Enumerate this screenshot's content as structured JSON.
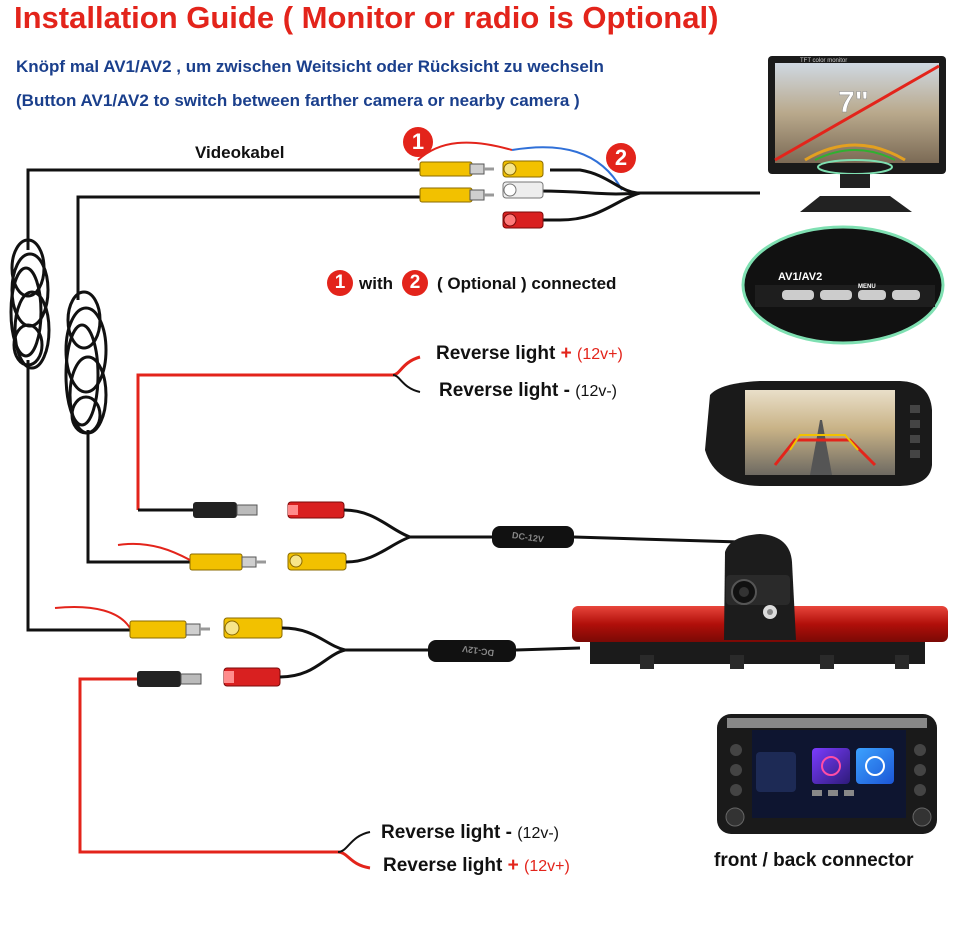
{
  "title": "Installation Guide ( Monitor or radio is Optional)",
  "subtitle_de": "Knöpf mal AV1/AV2 , um zwischen Weitsicht oder Rücksicht zu wechseln",
  "subtitle_en": "(Button AV1/AV2 to switch between farther camera or nearby camera )",
  "videokabel_label": "Videokabel",
  "badge_1": "1",
  "badge_2": "2",
  "optional_note": {
    "with": "with",
    "suffix": "( Optional ) connected"
  },
  "top_reverse": [
    {
      "label": "Reverse light",
      "sign": "+",
      "volt": "(12v+)"
    },
    {
      "label": "Reverse light",
      "sign": "-",
      "volt": "(12v-)"
    }
  ],
  "bottom_reverse": [
    {
      "label": "Reverse light",
      "sign": "-",
      "volt": "(12v-)"
    },
    {
      "label": "Reverse light",
      "sign": "+",
      "volt": "(12v+)"
    }
  ],
  "module_label_1": "DC-12V",
  "module_label_2": "DC-12V",
  "monitor_screen_text": "7\"",
  "monitor_brand": "TFT color monitor",
  "av_button_label": "AV1/AV2",
  "menu_button_label": "MENU",
  "radio_caption": "front / back connector",
  "colors": {
    "title": "#e3241b",
    "subtitle": "#1a3f8c",
    "rca_yellow": "#f2c100",
    "rca_red": "#d92020",
    "rca_white": "#eeeeee",
    "cable_black": "#111111",
    "wire_red": "#e3241b",
    "wire_blue": "#3070d8",
    "brake_light_red": "#c4140f",
    "highlight_green": "#7fe0b2"
  }
}
